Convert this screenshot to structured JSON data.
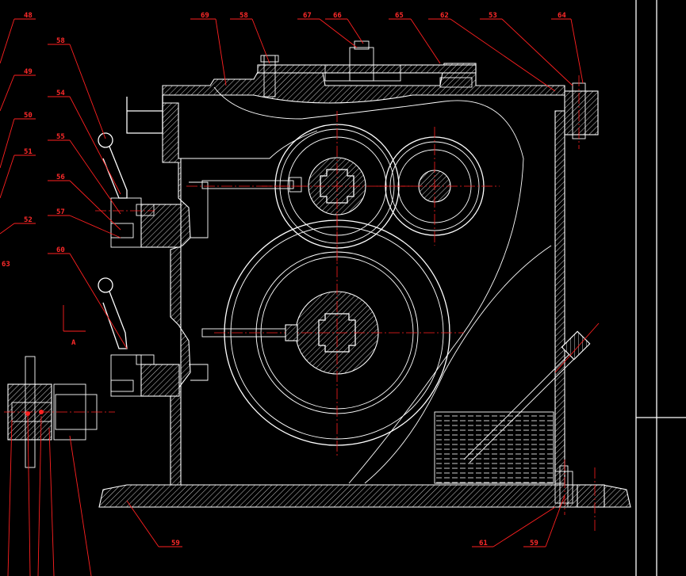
{
  "colors": {
    "background": "#000000",
    "geometry": "#ffffff",
    "annotation": "#ff2020"
  },
  "view_label": "A",
  "part_labels": [
    {
      "id": "l48",
      "text": "48"
    },
    {
      "id": "l49",
      "text": "49"
    },
    {
      "id": "l50",
      "text": "50"
    },
    {
      "id": "l51",
      "text": "51"
    },
    {
      "id": "l52",
      "text": "52"
    },
    {
      "id": "l53a",
      "text": "53"
    },
    {
      "id": "l54",
      "text": "54"
    },
    {
      "id": "l55",
      "text": "55"
    },
    {
      "id": "l56",
      "text": "56"
    },
    {
      "id": "l57",
      "text": "57"
    },
    {
      "id": "l58a",
      "text": "58"
    },
    {
      "id": "l58b",
      "text": "58"
    },
    {
      "id": "l59a",
      "text": "59"
    },
    {
      "id": "l59b",
      "text": "59"
    },
    {
      "id": "l60",
      "text": "60"
    },
    {
      "id": "l61",
      "text": "61"
    },
    {
      "id": "l62",
      "text": "62"
    },
    {
      "id": "l63",
      "text": "63"
    },
    {
      "id": "l64",
      "text": "64"
    },
    {
      "id": "l65",
      "text": "65"
    },
    {
      "id": "l66",
      "text": "66"
    },
    {
      "id": "l67",
      "text": "67"
    },
    {
      "id": "l69",
      "text": "69"
    }
  ]
}
